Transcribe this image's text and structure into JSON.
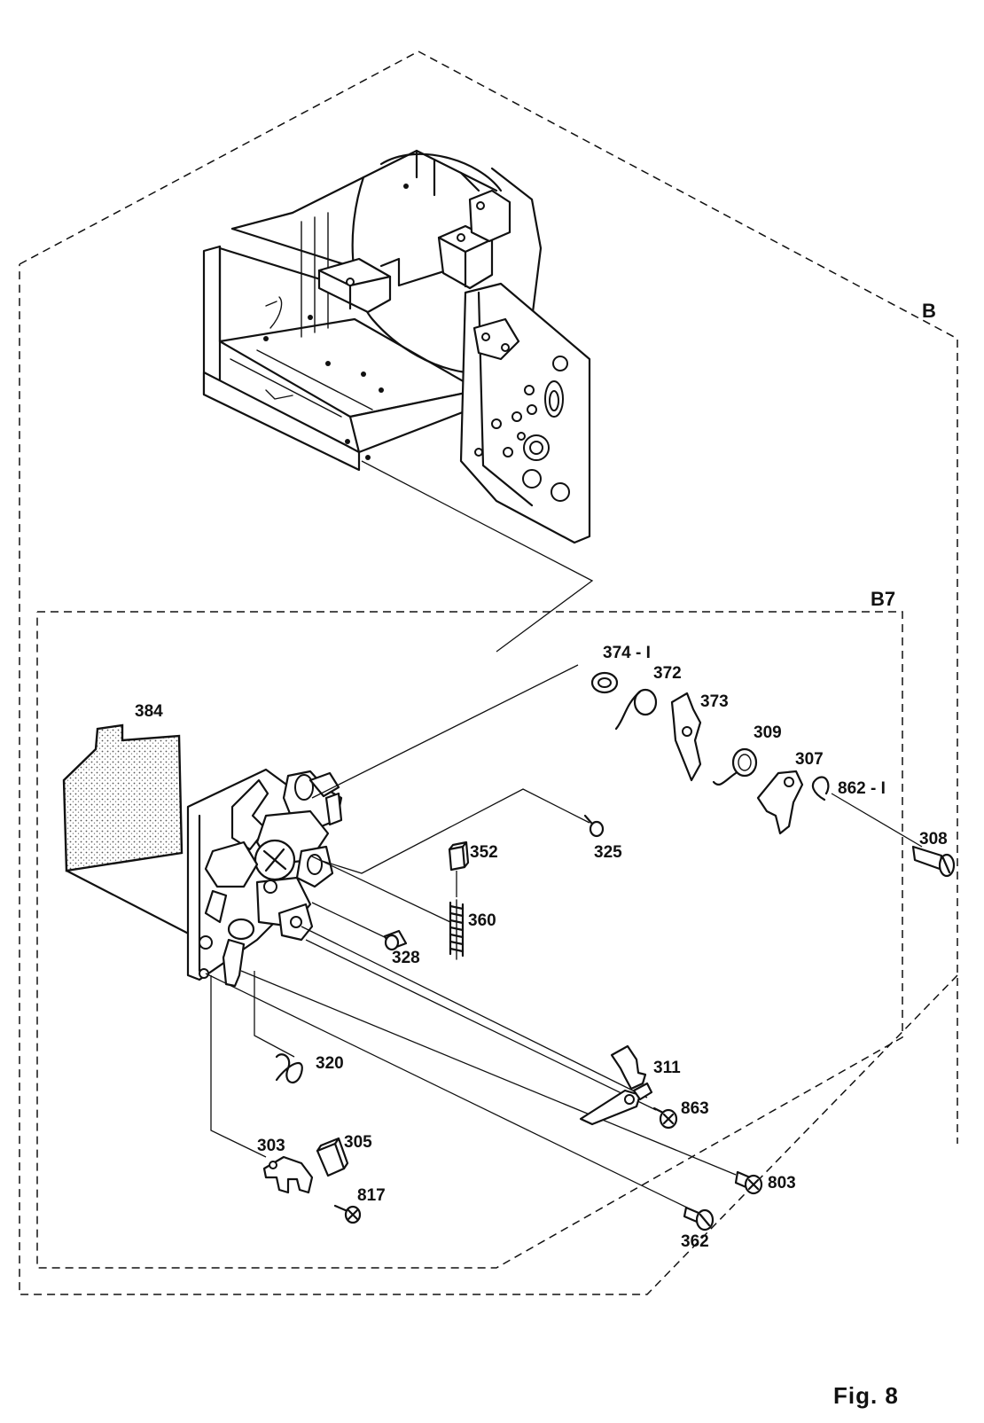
{
  "figure_caption": "Fig. 8",
  "groups": {
    "outer": "B",
    "inner": "B7"
  },
  "callouts": {
    "p384": "384",
    "p374_1": "374 - I",
    "p372": "372",
    "p373": "373",
    "p309": "309",
    "p307": "307",
    "p862_1": "862 - I",
    "p308": "308",
    "p325": "325",
    "p352": "352",
    "p360": "360",
    "p328": "328",
    "p320": "320",
    "p311": "311",
    "p863": "863",
    "p303": "303",
    "p305": "305",
    "p817": "817",
    "p803": "803",
    "p362": "362"
  }
}
